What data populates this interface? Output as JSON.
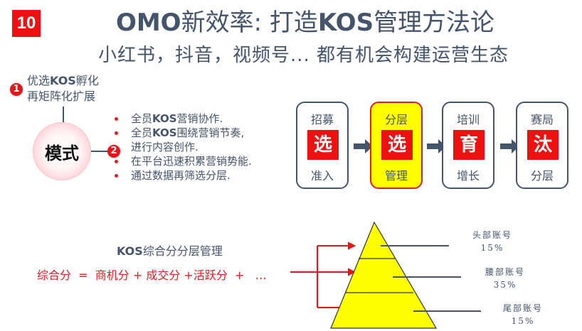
{
  "header": {
    "page_number": "10",
    "title_latin": "OMO",
    "title_cn_1": "新效率: 打造",
    "title_latin_2": "KOS",
    "title_cn_2": "管理方法论",
    "subtitle": "小红书，抖音，视频号... 都有机会构建运营生态"
  },
  "mode": {
    "center_label": "模式",
    "branch1": {
      "number": "1",
      "line1_pre": "优选",
      "line1_bold": "KOS",
      "line1_post": "孵化",
      "line2": "再矩阵化扩展"
    },
    "branch2": {
      "number": "2",
      "bullets": [
        {
          "pre": "全员",
          "bold": "KOS",
          "post": "营销协作."
        },
        {
          "pre": "全员",
          "bold": "KOS",
          "post": "围绕营销节奏,"
        },
        {
          "continuation": "进行内容创作."
        },
        {
          "pre": "在平台迅速积累营销势能.",
          "bold": "",
          "post": ""
        },
        {
          "pre": "通过数据再筛选分层.",
          "bold": "",
          "post": ""
        }
      ]
    }
  },
  "flow": {
    "steps": [
      {
        "top": "招募",
        "char": "选",
        "bottom": "准入",
        "highlighted": false
      },
      {
        "top": "分层",
        "char": "选",
        "bottom": "管理",
        "highlighted": true
      },
      {
        "top": "培训",
        "char": "育",
        "bottom": "增长",
        "highlighted": false
      },
      {
        "top": "赛局",
        "char": "汰",
        "bottom": "分层",
        "highlighted": false
      }
    ],
    "colors": {
      "border": "#44546a",
      "highlight_bg": "#ffff00",
      "highlight_border": "#e31b23",
      "char_bg": "#ee1111",
      "arrow": "#44546a"
    }
  },
  "scoring": {
    "title_bold": "KOS",
    "title_rest": "综合分分层管理",
    "formula": "综合分  =  商机分 + 成交分 +活跃分  +   …"
  },
  "pyramid": {
    "fill": "#ffff00",
    "tiers": [
      {
        "name": "头部账号",
        "pct": "15%"
      },
      {
        "name": "腰部账号",
        "pct": "35%"
      },
      {
        "name": "尾部账号",
        "pct": "15%"
      }
    ]
  }
}
